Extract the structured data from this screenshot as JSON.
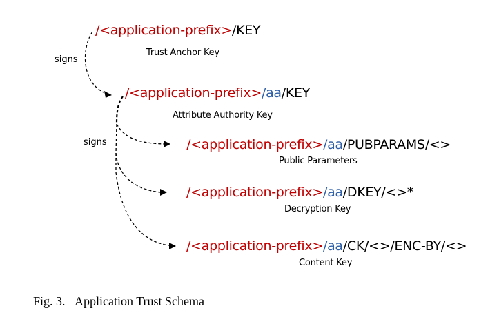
{
  "diagram": {
    "nodes": [
      {
        "id": "trust-anchor",
        "path": {
          "prefix": "/<application-prefix>",
          "aa": "",
          "rest": "/KEY"
        },
        "label": "Trust Anchor Key"
      },
      {
        "id": "attribute-authority",
        "path": {
          "prefix": "/<application-prefix>",
          "aa": "/aa",
          "rest": "/KEY"
        },
        "label": "Attribute Authority Key"
      },
      {
        "id": "public-parameters",
        "path": {
          "prefix": "/<application-prefix>",
          "aa": "/aa",
          "rest": "/PUBPARAMS/<>"
        },
        "label": "Public Parameters"
      },
      {
        "id": "decryption-key",
        "path": {
          "prefix": "/<application-prefix>",
          "aa": "/aa",
          "rest": "/DKEY/<>*"
        },
        "label": "Decryption Key"
      },
      {
        "id": "content-key",
        "path": {
          "prefix": "/<application-prefix>",
          "aa": "/aa",
          "rest": "/CK/<>/ENC-BY/<>"
        },
        "label": "Content Key"
      }
    ],
    "edges": [
      {
        "from": "trust-anchor",
        "to": "attribute-authority",
        "label": "signs"
      },
      {
        "from": "attribute-authority",
        "to": [
          "public-parameters",
          "decryption-key",
          "content-key"
        ],
        "label": "signs"
      }
    ],
    "colors": {
      "prefix": "#c00000",
      "aa": "#2e5fa8",
      "rest": "#000000"
    }
  },
  "caption": {
    "number": "Fig. 3.",
    "title": "Application Trust Schema"
  }
}
